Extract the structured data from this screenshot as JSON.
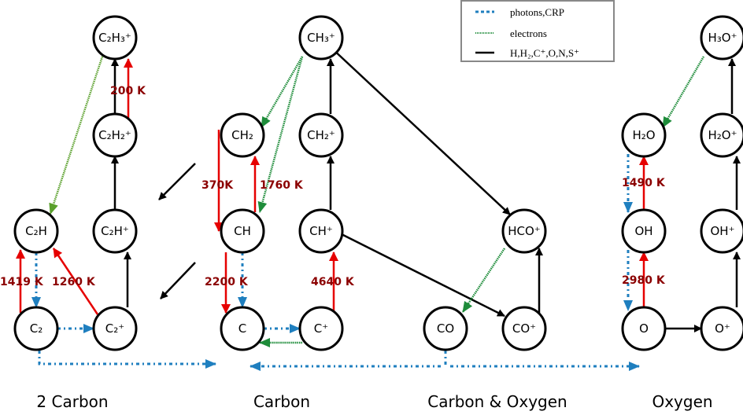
{
  "colors": {
    "photons": "#1f7fbf",
    "electrons": "#1e8c3a",
    "electrons_light": "#5aa02c",
    "reaction": "#000000",
    "thermal": "#e60000",
    "thermal_label": "#8b0000"
  },
  "legend": {
    "items": [
      {
        "key": "photons",
        "label": "photons,CRP",
        "style": "dashdot-blue"
      },
      {
        "key": "electrons",
        "label": "electrons",
        "style": "dotted-green"
      },
      {
        "key": "reaction",
        "label": "H,H₂,C⁺,O,N,S⁺",
        "style": "solid-black"
      }
    ]
  },
  "groups": [
    {
      "id": "2carbon",
      "label": "2 Carbon"
    },
    {
      "id": "carbon",
      "label": "Carbon"
    },
    {
      "id": "carbon-oxygen",
      "label": "Carbon & Oxygen"
    },
    {
      "id": "oxygen",
      "label": "Oxygen"
    }
  ],
  "nodes": [
    {
      "id": "C2H3+",
      "label": "C₂H₃⁺",
      "group": "2carbon"
    },
    {
      "id": "C2H2+",
      "label": "C₂H₂⁺",
      "group": "2carbon"
    },
    {
      "id": "C2H",
      "label": "C₂H",
      "group": "2carbon"
    },
    {
      "id": "C2H+",
      "label": "C₂H⁺",
      "group": "2carbon"
    },
    {
      "id": "C2",
      "label": "C₂",
      "group": "2carbon"
    },
    {
      "id": "C2+",
      "label": "C₂⁺",
      "group": "2carbon"
    },
    {
      "id": "CH3+",
      "label": "CH₃⁺",
      "group": "carbon"
    },
    {
      "id": "CH2",
      "label": "CH₂",
      "group": "carbon"
    },
    {
      "id": "CH2+",
      "label": "CH₂⁺",
      "group": "carbon"
    },
    {
      "id": "CH",
      "label": "CH",
      "group": "carbon"
    },
    {
      "id": "CH+",
      "label": "CH⁺",
      "group": "carbon"
    },
    {
      "id": "C",
      "label": "C",
      "group": "carbon"
    },
    {
      "id": "C+",
      "label": "C⁺",
      "group": "carbon"
    },
    {
      "id": "HCO+",
      "label": "HCO⁺",
      "group": "carbon-oxygen"
    },
    {
      "id": "CO",
      "label": "CO",
      "group": "carbon-oxygen"
    },
    {
      "id": "CO+",
      "label": "CO⁺",
      "group": "carbon-oxygen"
    },
    {
      "id": "H3O+",
      "label": "H₃O⁺",
      "group": "oxygen"
    },
    {
      "id": "H2O",
      "label": "H₂O",
      "group": "oxygen"
    },
    {
      "id": "H2O+",
      "label": "H₂O⁺",
      "group": "oxygen"
    },
    {
      "id": "OH",
      "label": "OH",
      "group": "oxygen"
    },
    {
      "id": "OH+",
      "label": "OH⁺",
      "group": "oxygen"
    },
    {
      "id": "O",
      "label": "O",
      "group": "oxygen"
    },
    {
      "id": "O+",
      "label": "O⁺",
      "group": "oxygen"
    }
  ],
  "edges": [
    {
      "from": "C2H2+",
      "to": "C2H3+",
      "type": "reaction"
    },
    {
      "from": "C2H2+",
      "to": "C2H3+",
      "type": "thermal",
      "label": "200 K"
    },
    {
      "from": "C2H3+",
      "to": "C2H",
      "type": "electrons"
    },
    {
      "from": "C2H+",
      "to": "C2H2+",
      "type": "reaction"
    },
    {
      "from": "C2+",
      "to": "C2H+",
      "type": "reaction"
    },
    {
      "from": "C2",
      "to": "C2H",
      "type": "thermal",
      "label": "1419 K"
    },
    {
      "from": "C2+",
      "to": "C2H",
      "type": "thermal",
      "label": "1260 K"
    },
    {
      "from": "C2H",
      "to": "C2",
      "type": "photons"
    },
    {
      "from": "C2",
      "to": "C2+",
      "type": "photons"
    },
    {
      "from": "CH3+",
      "to": "CH2",
      "type": "electrons"
    },
    {
      "from": "CH3+",
      "to": "CH",
      "type": "electrons"
    },
    {
      "from": "CH2",
      "to": "CH",
      "type": "thermal",
      "label": "370K"
    },
    {
      "from": "CH",
      "to": "CH2",
      "type": "thermal",
      "label": "1760 K"
    },
    {
      "from": "CH2+",
      "to": "CH3+",
      "type": "reaction"
    },
    {
      "from": "CH+",
      "to": "CH2+",
      "type": "reaction"
    },
    {
      "from": "CH",
      "to": "C",
      "type": "thermal",
      "label": "2200 K"
    },
    {
      "from": "CH",
      "to": "C",
      "type": "photons"
    },
    {
      "from": "C+",
      "to": "CH+",
      "type": "thermal",
      "label": "4640 K"
    },
    {
      "from": "C",
      "to": "C+",
      "type": "photons"
    },
    {
      "from": "C+",
      "to": "C",
      "type": "electrons"
    },
    {
      "from": "CH3+",
      "to": "HCO+",
      "type": "reaction"
    },
    {
      "from": "CH+",
      "to": "CO+",
      "type": "reaction"
    },
    {
      "from": "HCO+",
      "to": "CO",
      "type": "electrons"
    },
    {
      "from": "CO+",
      "to": "HCO+",
      "type": "reaction"
    },
    {
      "from": "H3O+",
      "to": "H2O",
      "type": "electrons"
    },
    {
      "from": "H2O+",
      "to": "H3O+",
      "type": "reaction"
    },
    {
      "from": "OH+",
      "to": "H2O+",
      "type": "reaction"
    },
    {
      "from": "O+",
      "to": "OH+",
      "type": "reaction"
    },
    {
      "from": "O",
      "to": "O+",
      "type": "reaction"
    },
    {
      "from": "OH",
      "to": "H2O",
      "type": "thermal",
      "label": "1490 K"
    },
    {
      "from": "H2O",
      "to": "OH",
      "type": "photons"
    },
    {
      "from": "O",
      "to": "OH",
      "type": "thermal",
      "label": "2980 K"
    },
    {
      "from": "OH",
      "to": "O",
      "type": "photons"
    },
    {
      "from": "C2",
      "to": "carbon-group",
      "type": "photons"
    },
    {
      "from": "CO",
      "to": "carbon-group",
      "type": "photons"
    },
    {
      "from": "CO",
      "to": "oxygen-group",
      "type": "photons"
    },
    {
      "from": "carbon-group-CH2",
      "to": "2carbon-group",
      "type": "reaction"
    },
    {
      "from": "carbon-group-C",
      "to": "2carbon-group",
      "type": "reaction"
    }
  ]
}
